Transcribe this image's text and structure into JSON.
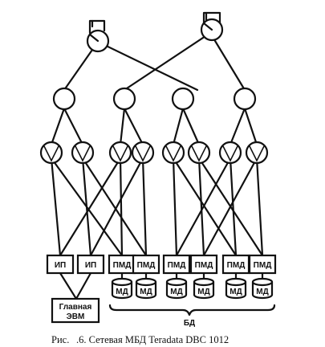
{
  "caption": {
    "prefix": "Рис.",
    "text": ".6. Сетевая МБД Teradata DBC 1012"
  },
  "labels": {
    "ip": "ИП",
    "pmd": "ПМД",
    "md": "МД",
    "host_line1": "Главная",
    "host_line2": "ЭВМ",
    "db": "БД"
  }
}
